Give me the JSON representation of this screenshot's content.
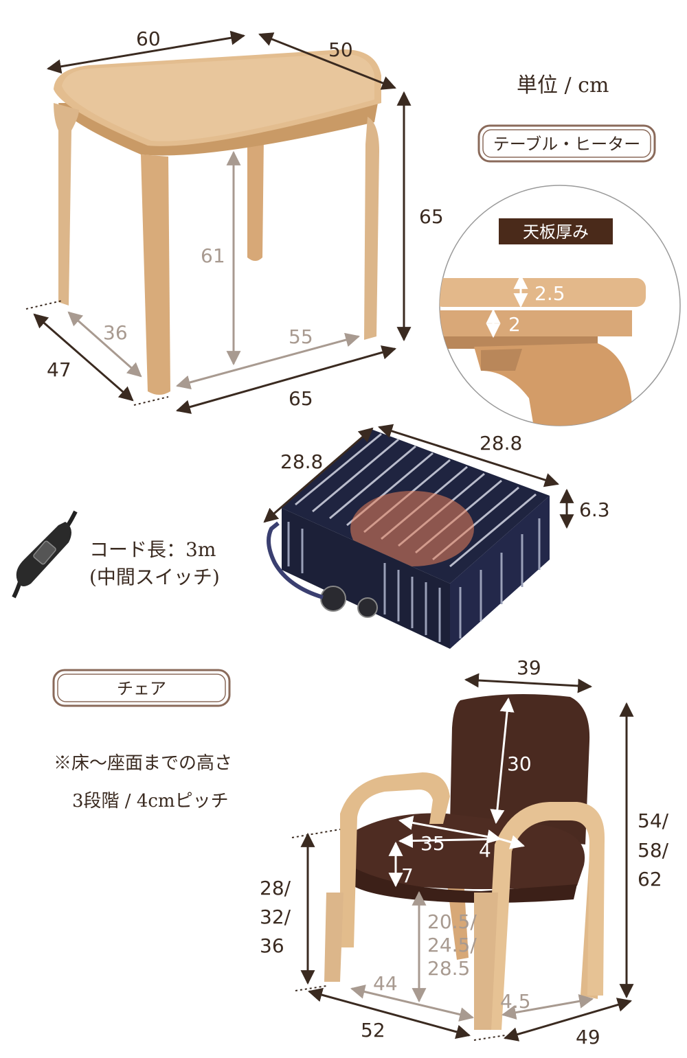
{
  "unit_label": "単位 / cm",
  "table_heater_label": "テーブル・ヒーター",
  "chair_label": "チェア",
  "table": {
    "top_width": "60",
    "top_depth": "50",
    "height": "65",
    "inner_height": "61",
    "base_depth_inner": "36",
    "base_width_inner": "55",
    "base_depth": "47",
    "base_width": "65"
  },
  "thickness": {
    "title": "天板厚み",
    "top": "2.5",
    "frame": "2"
  },
  "heater": {
    "width": "28.8",
    "depth": "28.8",
    "height": "6.3"
  },
  "cord": {
    "length": "コード長：3m",
    "switch": "(中間スイッチ)"
  },
  "chair": {
    "note_line1": "※床～座面までの高さ",
    "note_line2": "3段階 / 4cmピッチ",
    "width": "39",
    "back_height": "30",
    "seat_width": "35",
    "seat_depth": "4",
    "seat_thickness": "7",
    "total_height": [
      "54/",
      "58/",
      "62"
    ],
    "seat_height": [
      "28/",
      "32/",
      "36"
    ],
    "under_seat": [
      "20.5/",
      "24.5/",
      "28.5"
    ],
    "inner_width": "44",
    "inner_depth": "4.5",
    "outer_width": "52",
    "outer_depth": "49"
  },
  "colors": {
    "wood": "#dcb68a",
    "wood_dark": "#c99a66",
    "fabric": "#4a2a20",
    "heater": "#1f2440",
    "dim_text": "#3a2a20",
    "label_bg": "#4a2a1a"
  }
}
